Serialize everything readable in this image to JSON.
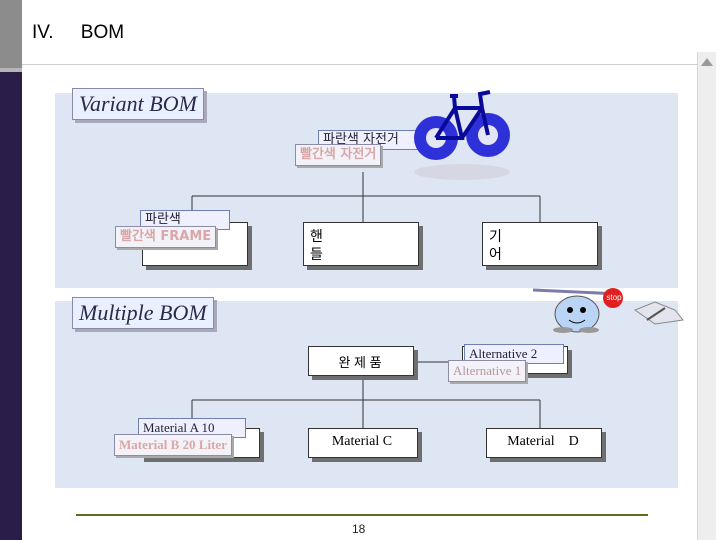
{
  "header": {
    "number": "IV.",
    "title": "BOM"
  },
  "variant": {
    "title": "Variant BOM",
    "parent_back": "파란색 자전거",
    "parent_front": "빨간색 자전거",
    "frame_back": "파란색",
    "frame_front": "빨간색 FRAME",
    "wheel_line1": "핸",
    "wheel_line2": "들",
    "gear_line1": "기",
    "gear_line2": "어"
  },
  "multiple": {
    "title": "Multiple BOM",
    "product": "완  제  품",
    "alt_back": "Alternative 2",
    "alt_front": "Alternative 1",
    "mat_a_back": "Material A 10",
    "mat_b_front": "Material B 20 Liter",
    "mat_c": "Material C",
    "mat_d": "Material    D"
  },
  "decor": {
    "stop_sign": "stop"
  },
  "footer": {
    "page": "18"
  },
  "colors": {
    "sidebar": "#2b1d4a",
    "panel": "#dfe6f3",
    "accent_line": "#5b6f1f",
    "bike": "#1f1fd6"
  }
}
